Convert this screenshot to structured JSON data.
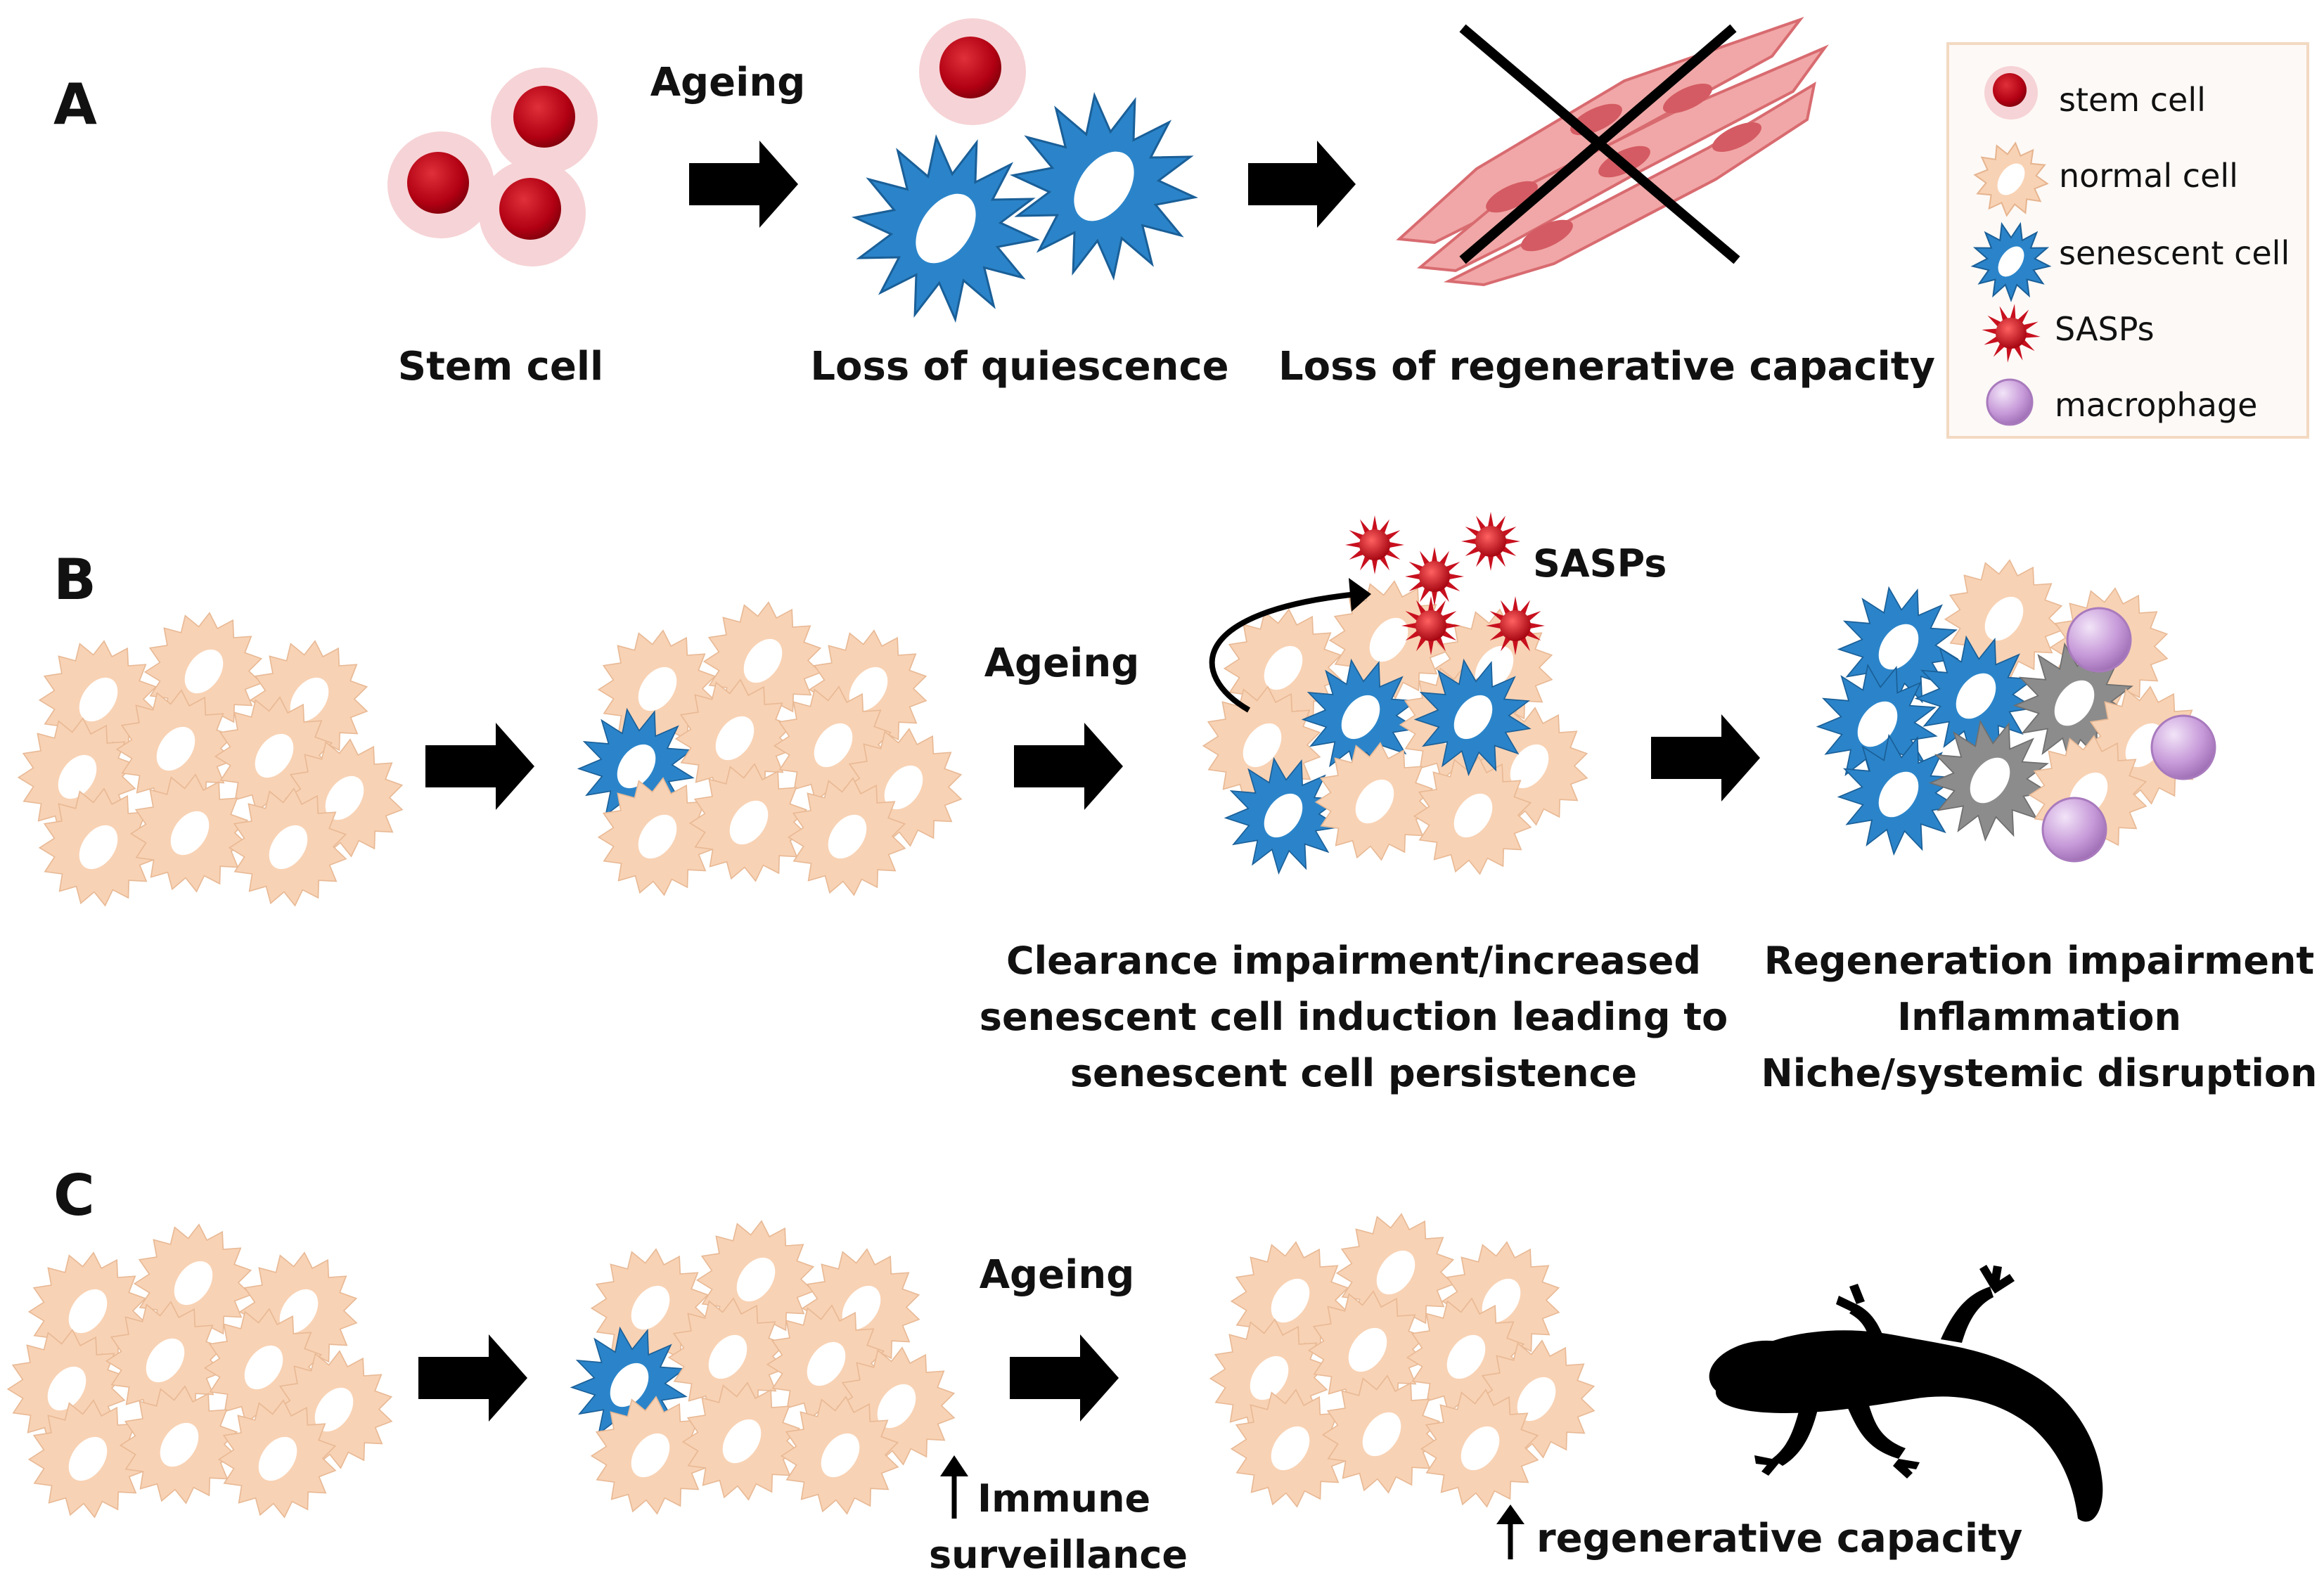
{
  "panels": {
    "a": {
      "letter": "A",
      "arrow1_label": "Ageing",
      "label_stem": "Stem cell",
      "label_quiescence": "Loss of quiescence",
      "label_regenerative": "Loss of regenerative capacity"
    },
    "b": {
      "letter": "B",
      "arrow_label": "Ageing",
      "sasps_label": "SASPs",
      "caption_clearance": [
        "Clearance impairment/increased",
        "senescent cell induction leading to",
        "senescent cell persistence"
      ],
      "caption_outcomes": [
        "Regeneration impairment",
        "Inflammation",
        "Niche/systemic disruption"
      ]
    },
    "c": {
      "letter": "C",
      "arrow_label": "Ageing",
      "immune_line1": "Immune",
      "immune_line2": "surveillance",
      "regen_label": "regenerative capacity"
    }
  },
  "legend": {
    "items": [
      {
        "label": "stem cell",
        "icon": "stem-cell-icon"
      },
      {
        "label": "normal cell",
        "icon": "normal-cell-icon"
      },
      {
        "label": "senescent cell",
        "icon": "senescent-cell-icon"
      },
      {
        "label": "SASPs",
        "icon": "sasp-icon"
      },
      {
        "label": "macrophage",
        "icon": "macrophage-icon"
      }
    ]
  },
  "colors": {
    "stem_cell_core": "#b00012",
    "stem_cell_halo": "#f6d3d6",
    "normal_cell": "#f8d2b4",
    "senescent_cell": "#2b84c9",
    "grey_cell": "#8c8c8c",
    "macrophage": "#c79ad9",
    "sasp": "#c8101e",
    "fibroblast": "#f1a7a7",
    "legend_border": "#f3d9c2",
    "legend_bg": "#fdf9f6",
    "arrow": "#000000"
  }
}
